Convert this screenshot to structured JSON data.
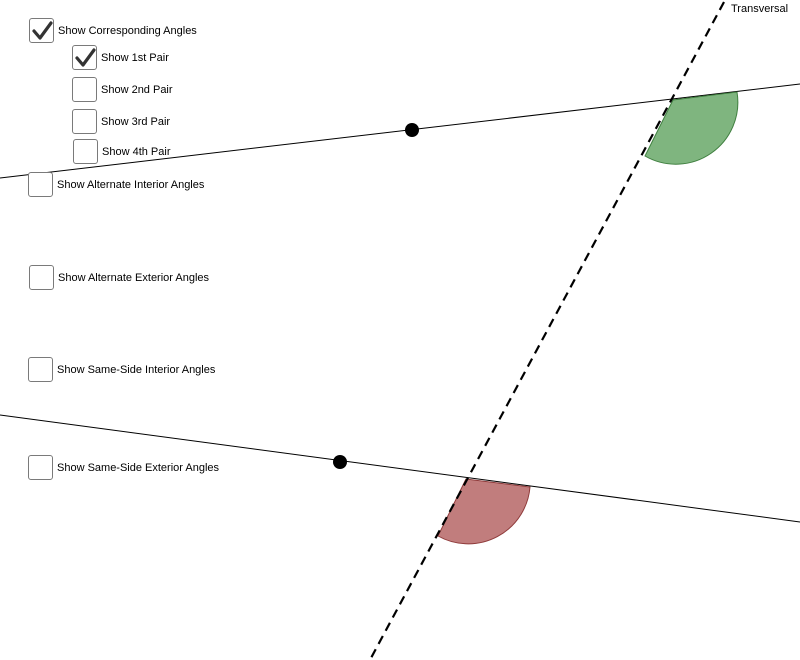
{
  "checkboxes": [
    {
      "label": "Show Corresponding Angles",
      "checked": true
    },
    {
      "label": "Show 1st Pair",
      "checked": true
    },
    {
      "label": "Show 2nd Pair",
      "checked": false
    },
    {
      "label": "Show 3rd Pair",
      "checked": false
    },
    {
      "label": "Show 4th Pair",
      "checked": false
    },
    {
      "label": "Show Alternate Interior Angles",
      "checked": false
    },
    {
      "label": "Show Alternate Exterior Angles",
      "checked": false
    },
    {
      "label": "Show Same-Side Interior Angles",
      "checked": false
    },
    {
      "label": "Show Same-Side Exterior Angles",
      "checked": false
    }
  ],
  "transversal_label": "Transversal",
  "colors": {
    "angle_top": "#7fb57f",
    "angle_top_stroke": "#3f7f3f",
    "angle_bottom": "#c17d7d",
    "angle_bottom_stroke": "#8f3a3a",
    "line": "#000000",
    "checkmark": "#333333"
  }
}
